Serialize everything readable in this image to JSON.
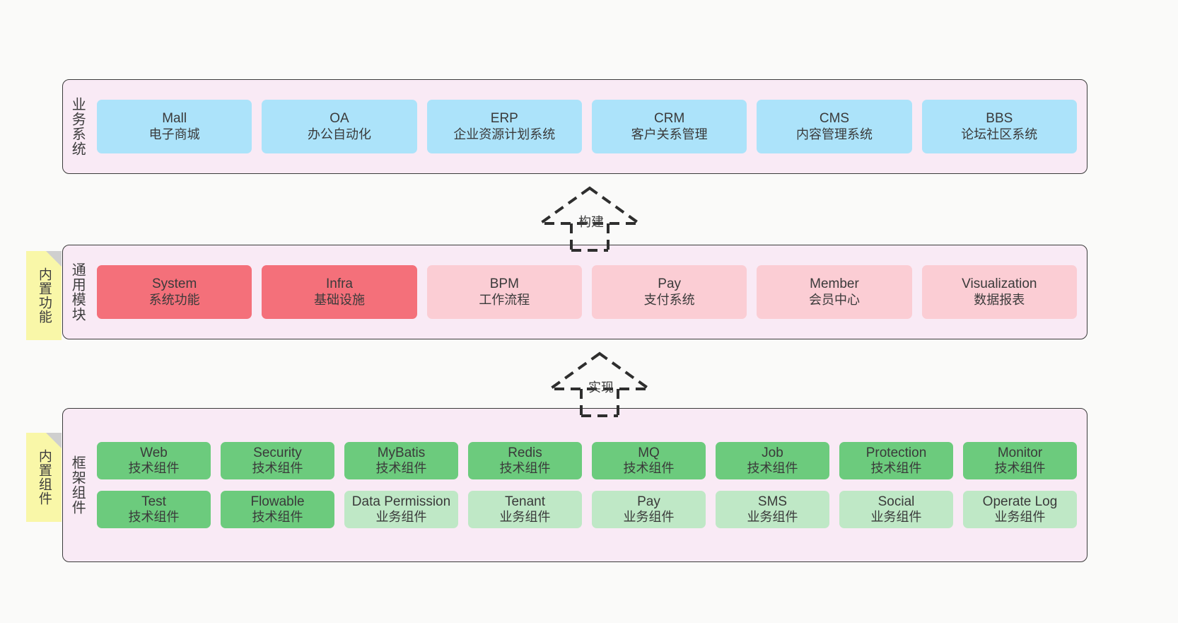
{
  "diagram": {
    "background_color": "#fafaf9",
    "layer_fill": "#f9eaf5",
    "layer_border": "#3b3b3b",
    "colors": {
      "business": "#ace3fa",
      "module_core": "#f4707a",
      "module_soft": "#fbcdd4",
      "component_tech": "#6ccb7d",
      "component_biz": "#bfe8c6",
      "sticky": "#f9f7a8",
      "sticky_fold": "#cfcfcf"
    }
  },
  "layers": [
    {
      "id": "business-system",
      "title": "业务系统",
      "cards": [
        {
          "en": "Mall",
          "cn": "电子商城",
          "style": "blue"
        },
        {
          "en": "OA",
          "cn": "办公自动化",
          "style": "blue"
        },
        {
          "en": "ERP",
          "cn": "企业资源计划系统",
          "style": "blue"
        },
        {
          "en": "CRM",
          "cn": "客户关系管理",
          "style": "blue"
        },
        {
          "en": "CMS",
          "cn": "内容管理系统",
          "style": "blue"
        },
        {
          "en": "BBS",
          "cn": "论坛社区系统",
          "style": "blue"
        }
      ]
    },
    {
      "id": "common-module",
      "title": "通用模块",
      "sticky": "内置功能",
      "cards": [
        {
          "en": "System",
          "cn": "系统功能",
          "style": "red-strong"
        },
        {
          "en": "Infra",
          "cn": "基础设施",
          "style": "red-strong"
        },
        {
          "en": "BPM",
          "cn": "工作流程",
          "style": "red-soft"
        },
        {
          "en": "Pay",
          "cn": "支付系统",
          "style": "red-soft"
        },
        {
          "en": "Member",
          "cn": "会员中心",
          "style": "red-soft"
        },
        {
          "en": "Visualization",
          "cn": "数据报表",
          "style": "red-soft"
        }
      ]
    },
    {
      "id": "framework-component",
      "title": "框架组件",
      "sticky": "内置组件",
      "rows": [
        [
          {
            "en": "Web",
            "cn": "技术组件",
            "style": "green-strong"
          },
          {
            "en": "Security",
            "cn": "技术组件",
            "style": "green-strong"
          },
          {
            "en": "MyBatis",
            "cn": "技术组件",
            "style": "green-strong"
          },
          {
            "en": "Redis",
            "cn": "技术组件",
            "style": "green-strong"
          },
          {
            "en": "MQ",
            "cn": "技术组件",
            "style": "green-strong"
          },
          {
            "en": "Job",
            "cn": "技术组件",
            "style": "green-strong"
          },
          {
            "en": "Protection",
            "cn": "技术组件",
            "style": "green-strong"
          },
          {
            "en": "Monitor",
            "cn": "技术组件",
            "style": "green-strong"
          }
        ],
        [
          {
            "en": "Test",
            "cn": "技术组件",
            "style": "green-strong"
          },
          {
            "en": "Flowable",
            "cn": "技术组件",
            "style": "green-strong"
          },
          {
            "en": "Data Permission",
            "cn": "业务组件",
            "style": "green-soft"
          },
          {
            "en": "Tenant",
            "cn": "业务组件",
            "style": "green-soft"
          },
          {
            "en": "Pay",
            "cn": "业务组件",
            "style": "green-soft"
          },
          {
            "en": "SMS",
            "cn": "业务组件",
            "style": "green-soft"
          },
          {
            "en": "Social",
            "cn": "业务组件",
            "style": "green-soft"
          },
          {
            "en": "Operate Log",
            "cn": "业务组件",
            "style": "green-soft"
          }
        ]
      ]
    }
  ],
  "arrows": [
    {
      "id": "arrow-build",
      "label": "构建"
    },
    {
      "id": "arrow-implement",
      "label": "实现"
    }
  ]
}
